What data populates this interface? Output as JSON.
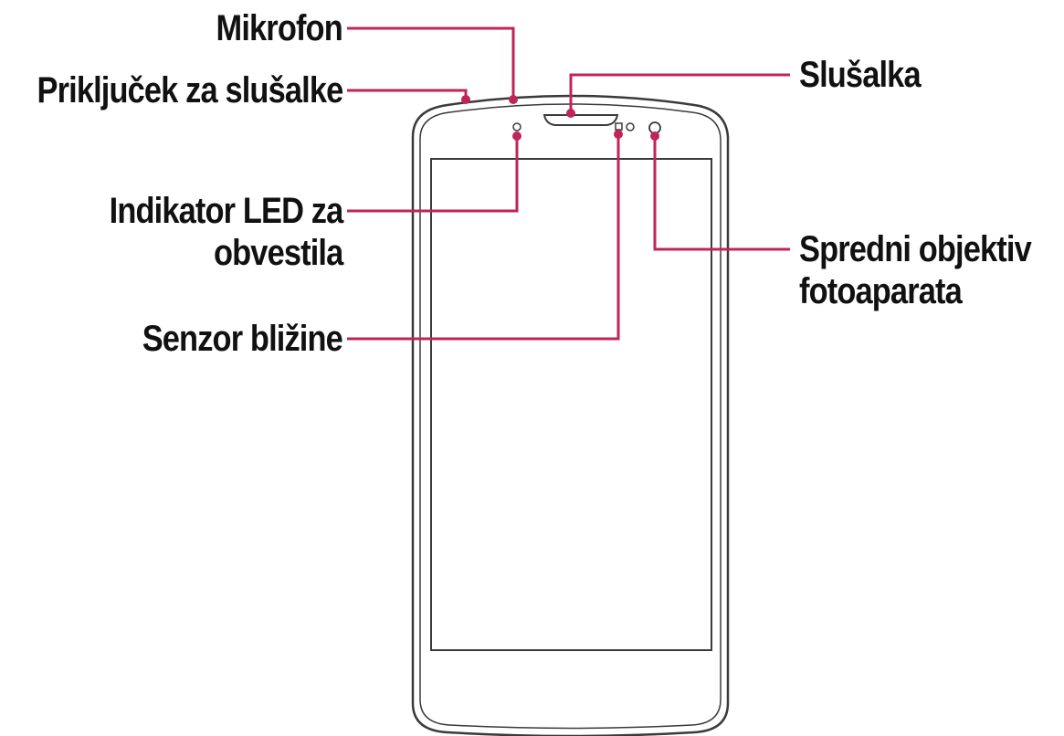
{
  "labels": {
    "mikrofon": "Mikrofon",
    "prikljucek": "Priključek za slušalke",
    "indikator_line1": "Indikator LED za",
    "indikator_line2": "obvestila",
    "senzor": "Senzor bližine",
    "slusalka": "Slušalka",
    "spredni_line1": "Spredni objektiv",
    "spredni_line2": "fotoaparata"
  },
  "colors": {
    "callout": "#c0245a",
    "outline": "#3a3a3a",
    "text": "#111111"
  }
}
